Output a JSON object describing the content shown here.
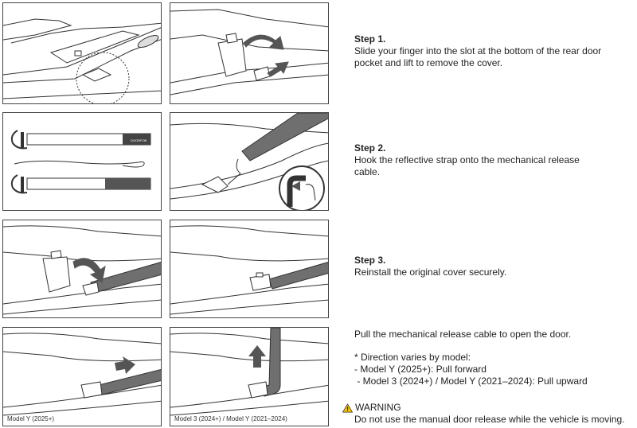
{
  "steps": [
    {
      "title": "Step 1.",
      "text": "Slide your finger into the slot at the bottom of the rear door pocket and lift to remove the cover."
    },
    {
      "title": "Step 2.",
      "text": "Hook the reflective strap onto the mechanical release cable."
    },
    {
      "title": "Step 3.",
      "text": "Reinstall the original cover securely."
    }
  ],
  "pull_text": "Pull the mechanical release cable to open the door.",
  "direction": {
    "heading": "* Direction varies by model:",
    "line1": "- Model Y (2025+): Pull forward",
    "line2": " - Model 3 (2024+) / Model Y (2021–2024): Pull upward"
  },
  "warning": {
    "title": "WARNING",
    "text": "Do not use the manual door release while the vehicle is moving."
  },
  "captions": {
    "left": "Model Y (2025+)",
    "right": "Model 3 (2024+) / Model Y (2021–2024)"
  },
  "colors": {
    "strap": "#6f6f6f",
    "line": "#333333",
    "arrow": "#555555",
    "warning": "#f2c200"
  },
  "strap_label": "DOORFOB"
}
